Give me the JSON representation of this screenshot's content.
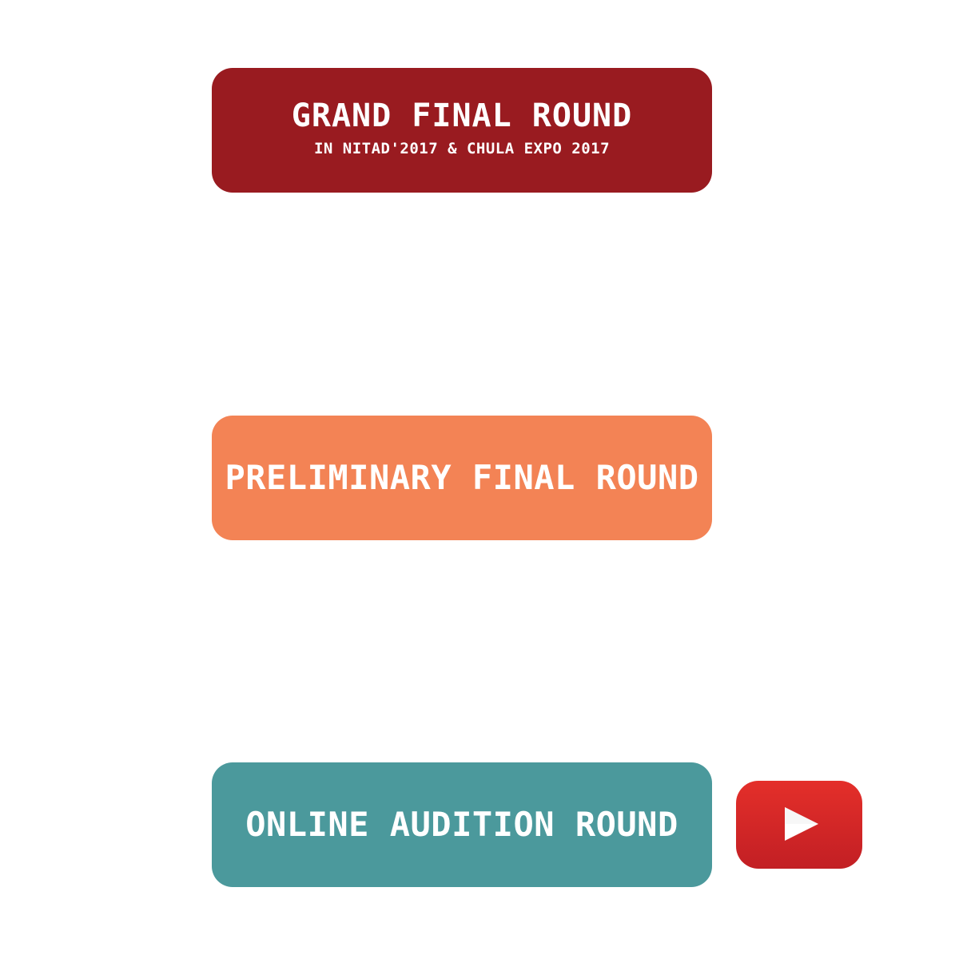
{
  "rounds": [
    {
      "title": "Grand Final Round",
      "subtitle": "In NITAD'2017 & Chula Expo 2017",
      "color": "#991b20"
    },
    {
      "title": "Preliminary Final Round",
      "color": "#f38355"
    },
    {
      "title": "Online Audition Round",
      "color": "#4b999c"
    }
  ],
  "youtube": {
    "icon": "youtube-play-icon",
    "color": "#d42a27"
  }
}
